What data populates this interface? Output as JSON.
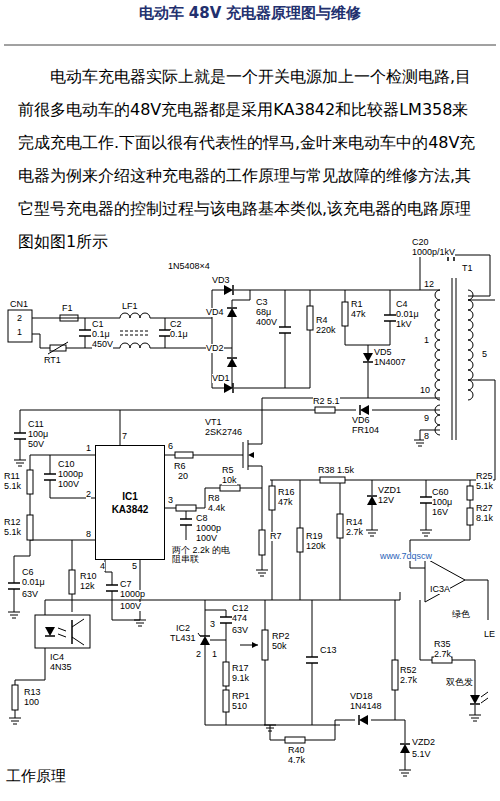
{
  "diagram": {
    "title": "电动车 48V 充电器原理图与维修",
    "nodes": [
      {
        "text": [
          "IC1",
          "KA3842"
        ]
      }
    ],
    "labels": [
      "电动车充电器实际上就是一个开关电源加上一个检测电路,目前很多电动车的48V充电器都是采用KA3842和比较器LM358来完成充电工作.下面以很有代表性的悍马,金叶来电动车中的48V充电器为例来介绍这种充电器的工作原理与常见故障的维修方法,其它型号充电器的控制过程与该电路基本类似,该充电器的电路原理图如图1所示",
      "C20",
      "1000p/1kV",
      "1N5408×4",
      "VD3",
      "CN1",
      "2",
      "1",
      "F1",
      "C1",
      "0.1μ",
      "450V",
      "LF1",
      "C2",
      "0.1μ",
      "VD4",
      "VD2",
      "VD1",
      "C3",
      "68μ",
      "400V",
      "R4",
      "220k",
      "R1",
      "47k",
      "C4",
      "0.01μ",
      "1kV",
      "VD5",
      "1N4007",
      "T1",
      "12",
      "1",
      "5",
      "10",
      "9",
      "8",
      "RT1",
      "C11",
      "100μ",
      "50V",
      "R2 5.1",
      "VD6",
      "FR104",
      "VT1",
      "2SK2746",
      "7",
      "1",
      "6",
      "R6",
      "20",
      "R5",
      "10k",
      "C10",
      "1000p",
      "100V",
      "R11",
      "5.1k",
      "2",
      "R12",
      "5.1k",
      "3",
      "C8",
      "1000p",
      "100V",
      "R8",
      "4.4k",
      "两个 2.2k 的电阻串联",
      "R7",
      "4",
      "8",
      "C6",
      "0.01μ",
      "63V",
      "R10",
      "12k",
      "5",
      "C7",
      "1000p",
      "100V",
      "IC4",
      "4N35",
      "R13",
      "100",
      "R16",
      "47k",
      "R19",
      "120k",
      "R14",
      "2.7k",
      "R38 1.5k",
      "VZD1",
      "12V",
      "C60",
      "100μ",
      "16V",
      "R25",
      "5.1k",
      "R27",
      "8.1k",
      "www.7dqscw",
      "IC3A",
      "C12",
      "474",
      "63V",
      "IC2",
      "TL431",
      "3",
      "2",
      "1",
      "R17",
      "9.1k",
      "RP1",
      "510",
      "RP2",
      "50k",
      "C13",
      "VD18",
      "1N4148",
      "R40",
      "4.7k",
      "VZD2",
      "5.1V",
      "R52",
      "2.7k",
      "R35",
      "2.7k",
      "绿色",
      "LE",
      "双色发",
      "工作原理"
    ]
  }
}
